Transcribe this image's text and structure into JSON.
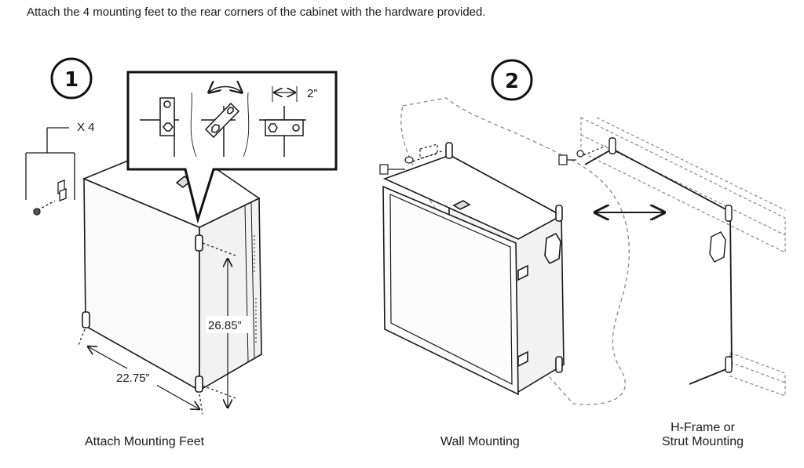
{
  "instruction": "Attach the 4 mounting feet to the rear corners of the cabinet with the hardware provided.",
  "steps": [
    {
      "number": "1",
      "caption": "Attach Mounting Feet"
    },
    {
      "number": "2",
      "caption_left": "Wall Mounting",
      "caption_right_line1": "H-Frame or",
      "caption_right_line2": "Strut Mounting"
    }
  ],
  "callouts": {
    "quantity": "X 4",
    "offset": "2”",
    "height": "26.85”",
    "width": "22.75”"
  },
  "colors": {
    "line": "#1a1a1a",
    "dashed": "#8a8a8a",
    "panel": "#f4f4f4"
  }
}
